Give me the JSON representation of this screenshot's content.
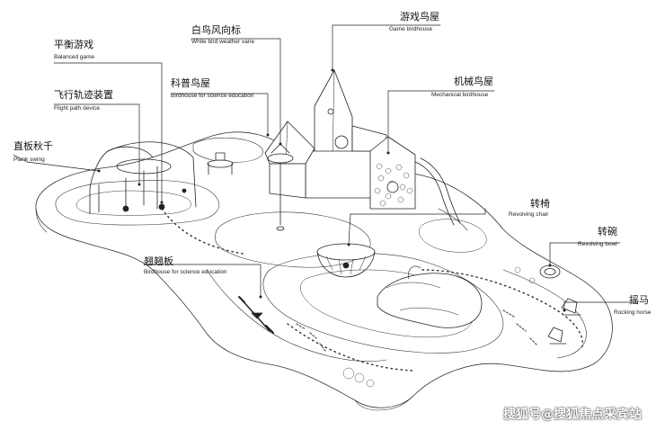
{
  "callouts": {
    "balanced_game": {
      "zh": "平衡游戏",
      "en": "Balanced game"
    },
    "white_bird_vane": {
      "zh": "白鸟风向标",
      "en": "White bird weather vane"
    },
    "game_birdhouse": {
      "zh": "游戏鸟屋",
      "en": "Game birdhouse"
    },
    "flight_path": {
      "zh": "飞行轨迹装置",
      "en": "Flight path device"
    },
    "science_birdhouse": {
      "zh": "科普鸟屋",
      "en": "Birdhouse for science education"
    },
    "mechanical_birdhouse": {
      "zh": "机械鸟屋",
      "en": "Mechanical birdhouse"
    },
    "plank_swing": {
      "zh": "直板秋千",
      "en": "Plank swing"
    },
    "revolving_chair": {
      "zh": "转椅",
      "en": "Revolving chair"
    },
    "revolving_bowl": {
      "zh": "转碗",
      "en": "Revolving bowl"
    },
    "seesaw": {
      "zh": "翘翘板",
      "en": "Birdhouse for science education"
    },
    "rocking_horse": {
      "zh": "摇马",
      "en": "Rocking horse"
    }
  },
  "watermark": "搜狐号@搜狐焦点采宾站"
}
